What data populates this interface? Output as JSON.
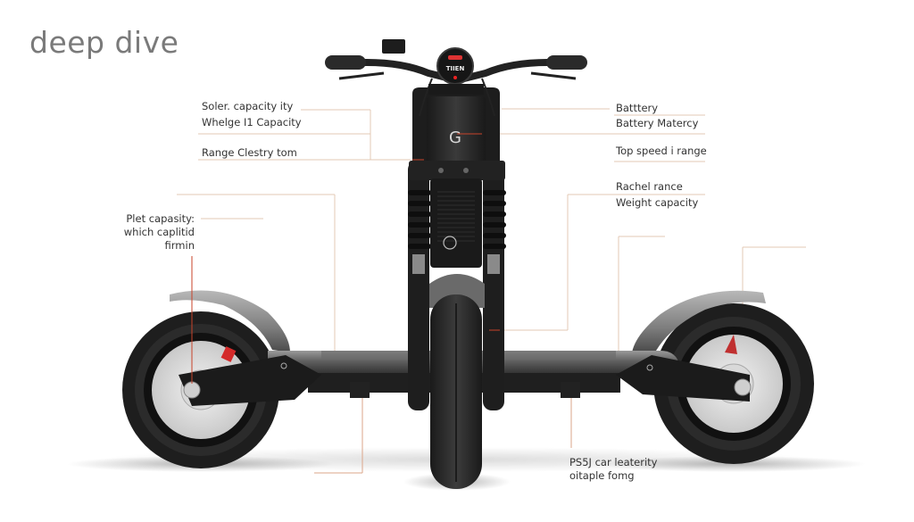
{
  "title": "deep dive",
  "callouts": {
    "left_top": [
      {
        "label": "Soler. capacity ity"
      },
      {
        "label": "Whelge I1 Capacity"
      },
      {
        "label": "Range Clestry tom"
      }
    ],
    "right_top": [
      {
        "label": "Batttery"
      },
      {
        "label": "Battery Matercy"
      },
      {
        "label": "Top speed i range"
      }
    ],
    "right_mid": [
      {
        "label": "Rachel rance"
      },
      {
        "label": "Weight capacity"
      }
    ],
    "left_mid": [
      {
        "label": "Plet capasity:"
      },
      {
        "label": "which caplitid"
      },
      {
        "label": "firmin"
      }
    ],
    "bottom_right": [
      {
        "label": "PS5J car leaterity"
      },
      {
        "label": "oitaple fomg"
      }
    ]
  },
  "display": {
    "brand": "TIIEN"
  },
  "colors": {
    "accent_line": "#e3c9b4",
    "accent_red": "#c8432a",
    "frame": "#2a2a2a",
    "tire": "#1c1c1c",
    "fender": "#8a8a8a",
    "title": "#7a7a7a"
  }
}
